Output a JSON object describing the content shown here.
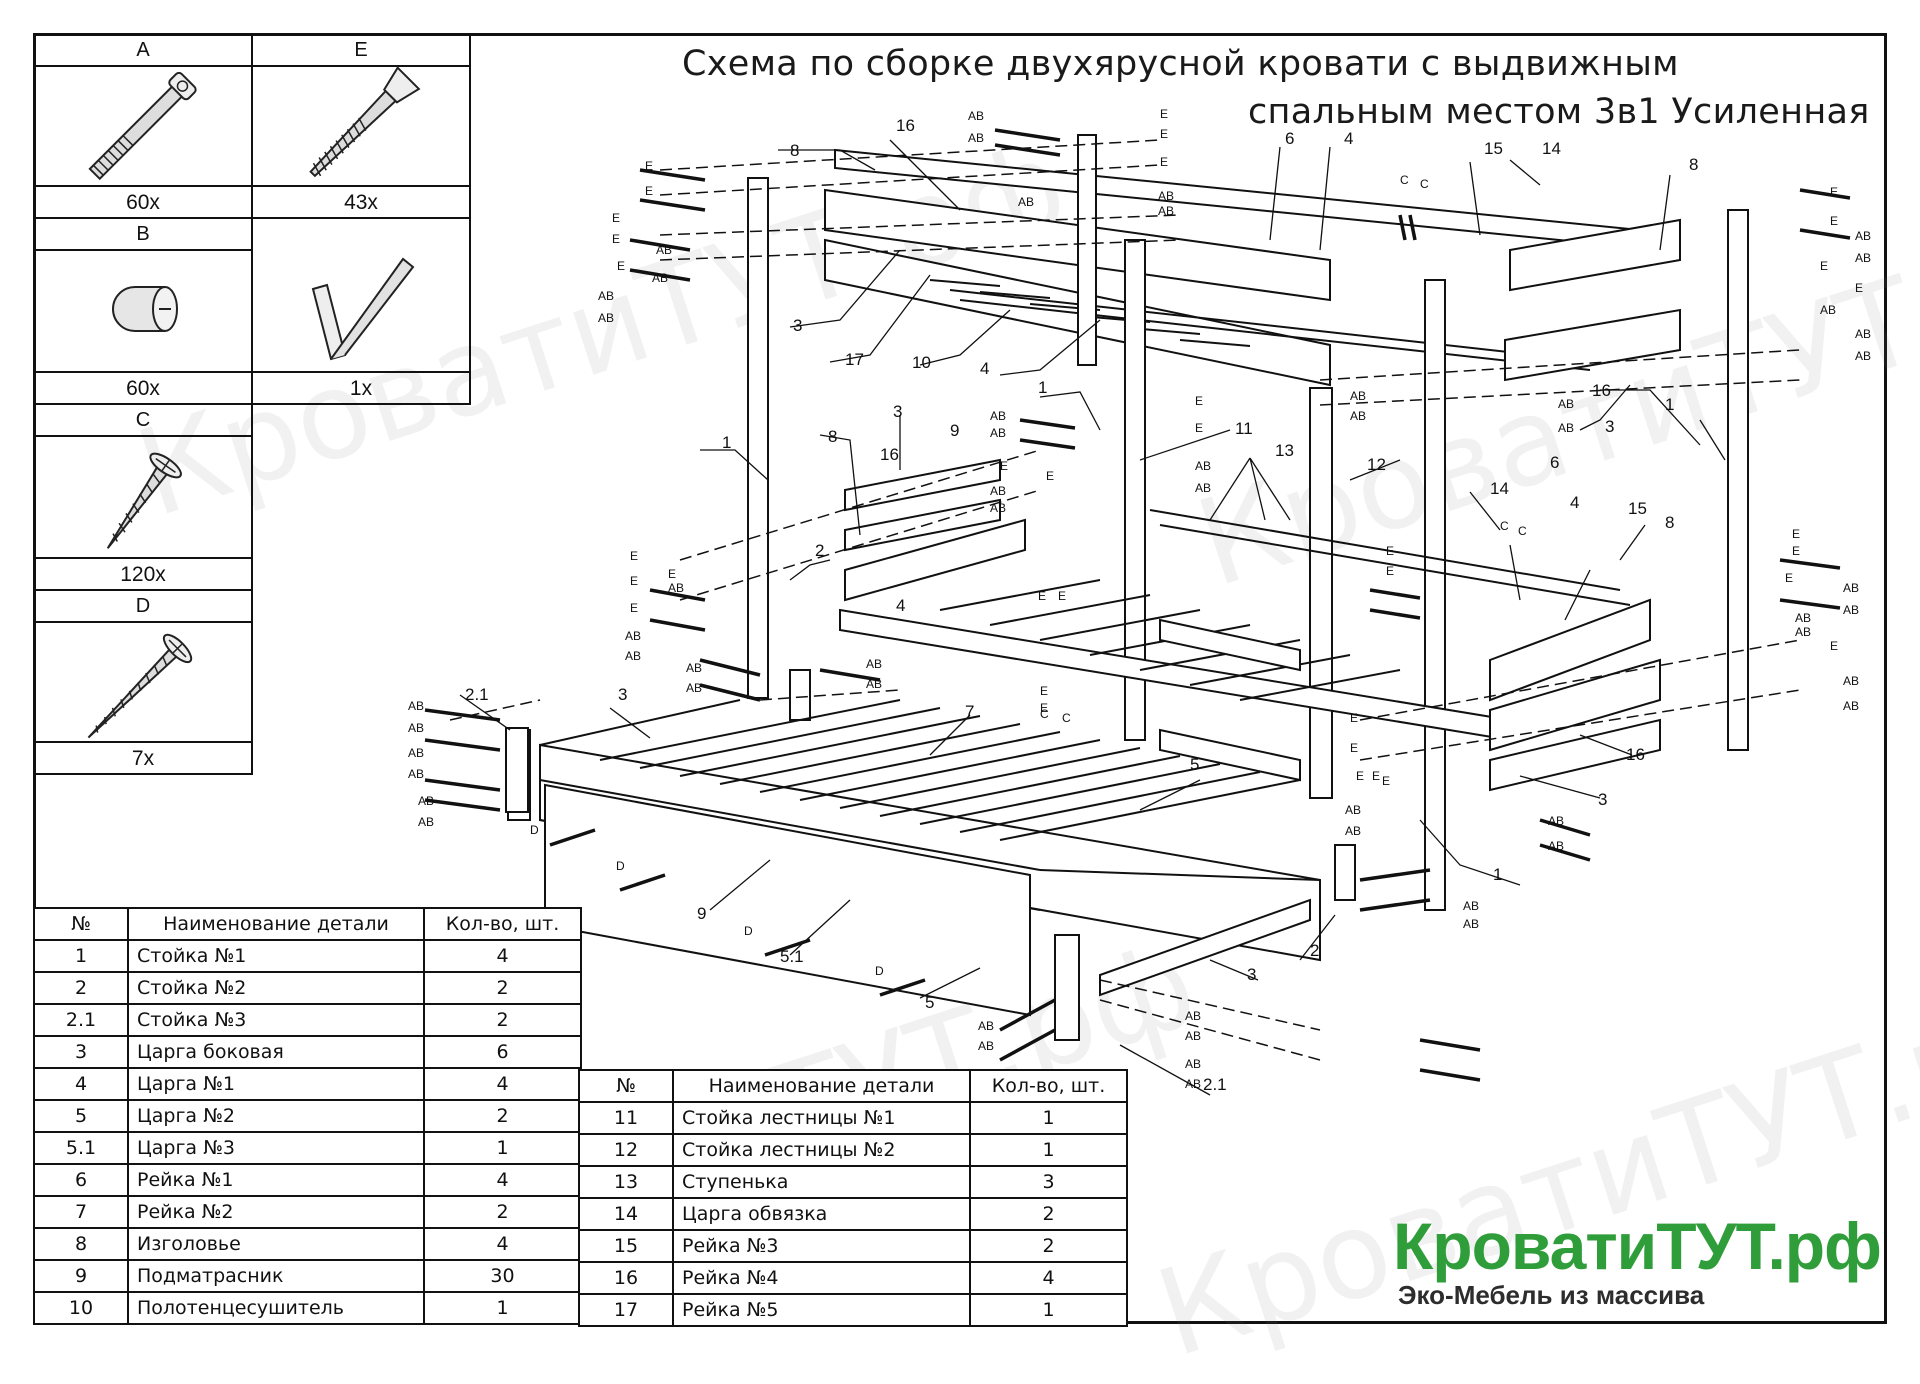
{
  "title": {
    "line1": "Схема по сборке двухярусной кровати с выдвижным",
    "line2": "спальным местом 3в1 Усиленная"
  },
  "fasteners": [
    {
      "code": "A",
      "qty": "60x",
      "icon": "bolt-icon"
    },
    {
      "code": "E",
      "qty": "43x",
      "icon": "anchor-screw-icon"
    },
    {
      "code": "B",
      "qty": "60x",
      "icon": "barrel-nut-icon"
    },
    {
      "code": "",
      "qty": "1x",
      "icon": "hex-key-icon"
    },
    {
      "code": "C",
      "qty": "120x",
      "icon": "screw-icon"
    },
    {
      "code": "D",
      "qty": "7x",
      "icon": "long-screw-icon"
    }
  ],
  "table1": {
    "headers": [
      "№",
      "Наименование детали",
      "Кол-во, шт."
    ],
    "rows": [
      [
        "1",
        "Стойка №1",
        "4"
      ],
      [
        "2",
        "Стойка №2",
        "2"
      ],
      [
        "2.1",
        "Стойка №3",
        "2"
      ],
      [
        "3",
        "Царга боковая",
        "6"
      ],
      [
        "4",
        "Царга №1",
        "4"
      ],
      [
        "5",
        "Царга №2",
        "2"
      ],
      [
        "5.1",
        "Царга №3",
        "1"
      ],
      [
        "6",
        "Рейка №1",
        "4"
      ],
      [
        "7",
        "Рейка №2",
        "2"
      ],
      [
        "8",
        "Изголовье",
        "4"
      ],
      [
        "9",
        "Подматрасник",
        "30"
      ],
      [
        "10",
        "Полотенцесушитель",
        "1"
      ]
    ]
  },
  "table2": {
    "headers": [
      "№",
      "Наименование детали",
      "Кол-во, шт."
    ],
    "rows": [
      [
        "11",
        "Стойка лестницы №1",
        "1"
      ],
      [
        "12",
        "Стойка лестницы №2",
        "1"
      ],
      [
        "13",
        "Ступенька",
        "3"
      ],
      [
        "14",
        "Царга обвязка",
        "2"
      ],
      [
        "15",
        "Рейка №3",
        "2"
      ],
      [
        "16",
        "Рейка №4",
        "4"
      ],
      [
        "17",
        "Рейка №5",
        "1"
      ]
    ]
  },
  "callouts": [
    "16",
    "8",
    "6",
    "4",
    "15",
    "14",
    "8",
    "3",
    "17",
    "10",
    "4",
    "1",
    "3",
    "16",
    "1",
    "8",
    "16",
    "3",
    "9",
    "1",
    "11",
    "13",
    "12",
    "14",
    "6",
    "4",
    "15",
    "8",
    "2",
    "4",
    "2.1",
    "3",
    "7",
    "5",
    "9",
    "5.1",
    "5",
    "3",
    "2",
    "2.1",
    "1",
    "3",
    "16"
  ],
  "fastener_marks": [
    "AB",
    "E",
    "C",
    "D"
  ],
  "watermark": "КроватиТУТ.рф",
  "brand": {
    "name": "КроватиТУТ.рф",
    "tagline": "Эко-Мебель из массива",
    "color": "#2f9e3a"
  }
}
